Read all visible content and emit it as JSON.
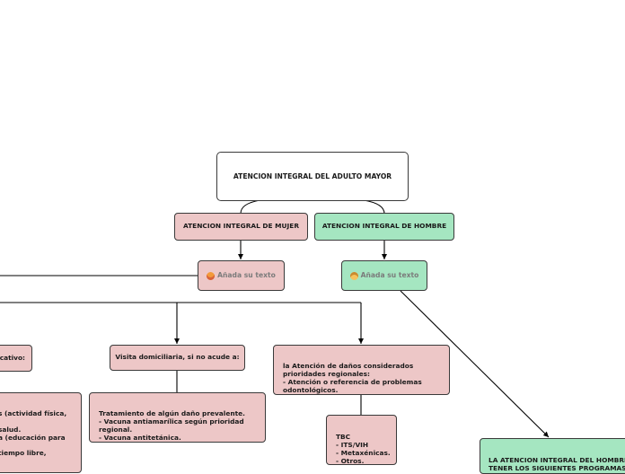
{
  "nodes": {
    "root": "ATENCION INTEGRAL DEL ADULTO MAYOR",
    "mujer": "ATENCION INTEGRAL DE MUJER",
    "hombre": "ATENCION INTEGRAL DE HOMBRE",
    "placeholder_mujer": "Añada su texto",
    "placeholder_hombre": "Añada su texto",
    "educativo": "cativo:",
    "visita": "Visita domiciliaria, si no acude a:",
    "atencion_danos": "la Atención de daños considerados\nprioridades regionales:\n- Atención o referencia de problemas\nodontológicos.",
    "actividades": "s (actividad física,\n\n salud.\na (educación para\n\n tiempo libre,",
    "tratamiento": "Tratamiento de algún daño prevalente.\n- Vacuna antiamarílica según prioridad\nregional.\n- Vacuna antitetánica.",
    "tbc": "TBC\n- ITS/VIH\n- Metaxénicas.\n- Otros.",
    "programas": "LA ATENCION INTEGRAL DEL HOMBRE\nTENER LOS SIGUIENTES PROGRAMAS:"
  },
  "icons": {
    "mujer": "woman-face-icon",
    "hombre": "man-face-icon"
  },
  "colors": {
    "pink": "#edc7c7",
    "green": "#a5e6c1",
    "border": "#3a3a3a"
  }
}
